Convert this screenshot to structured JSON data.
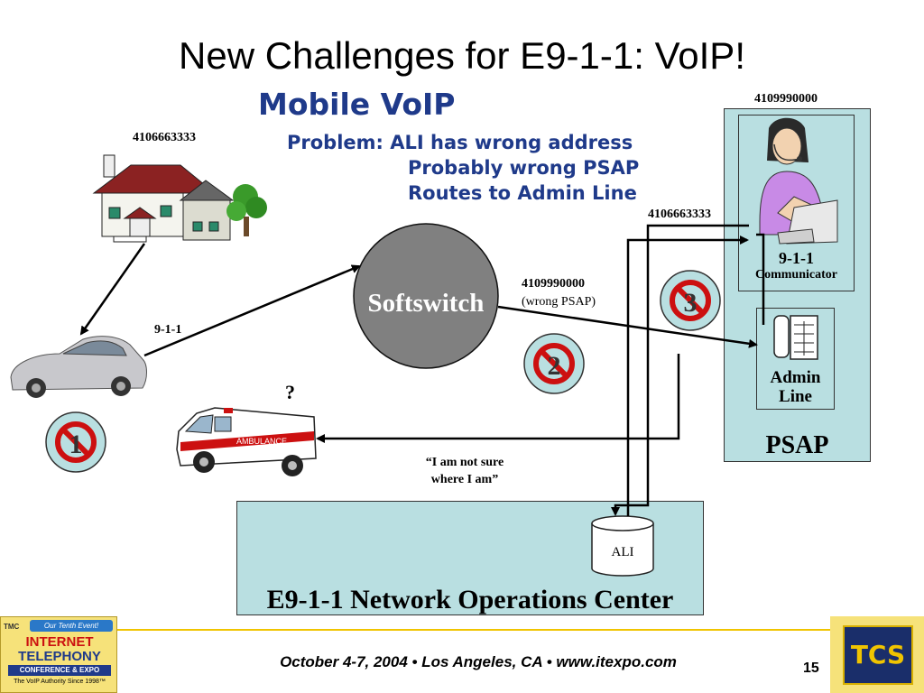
{
  "slide": {
    "title": "New Challenges for E9-1-1:  VoIP!",
    "subtitle": "Mobile VoIP",
    "problem_line1": "Problem:  ALI has wrong address",
    "problem_line2": "Probably wrong PSAP",
    "problem_line3": "Routes to Admin Line",
    "page_number": "15"
  },
  "diagram": {
    "house_number": "4106663333",
    "psap_top_number": "4109990000",
    "communicator_number": "4106663333",
    "softswitch_label": "Softswitch",
    "wrong_psap_number": "4109990000",
    "wrong_psap_note": "(wrong PSAP)",
    "dial_label": "9-1-1",
    "question_mark": "?",
    "ambulance_text": "AMBULANCE",
    "quote_line1": "“I am not sure",
    "quote_line2": "where I am”",
    "communicator_title": "9-1-1",
    "communicator_subtitle": "Communicator",
    "admin_line1": "Admin",
    "admin_line2": "Line",
    "psap_label": "PSAP",
    "ali_label": "ALI",
    "noc_label": "E9-1-1 Network Operations Center",
    "badges": [
      "1",
      "2",
      "3"
    ]
  },
  "footer": {
    "text": "October 4-7, 2004 • Los Angeles, CA • www.itexpo.com",
    "logo_left_line1": "Our Tenth Event!",
    "logo_left_line2": "INTERNET",
    "logo_left_line3": "TELEPHONY",
    "logo_left_line4": "CONFERENCE & EXPO",
    "logo_left_line5": "The VoIP Authority Since 1998™",
    "logo_left_tmc": "TMC",
    "logo_right": "TCS"
  },
  "colors": {
    "heading_blue": "#1f3a8a",
    "panel_cyan": "#b9dfe1",
    "softswitch_gray": "#808080",
    "prohibit_red": "#cc1010",
    "footer_gold": "#f0c400"
  }
}
